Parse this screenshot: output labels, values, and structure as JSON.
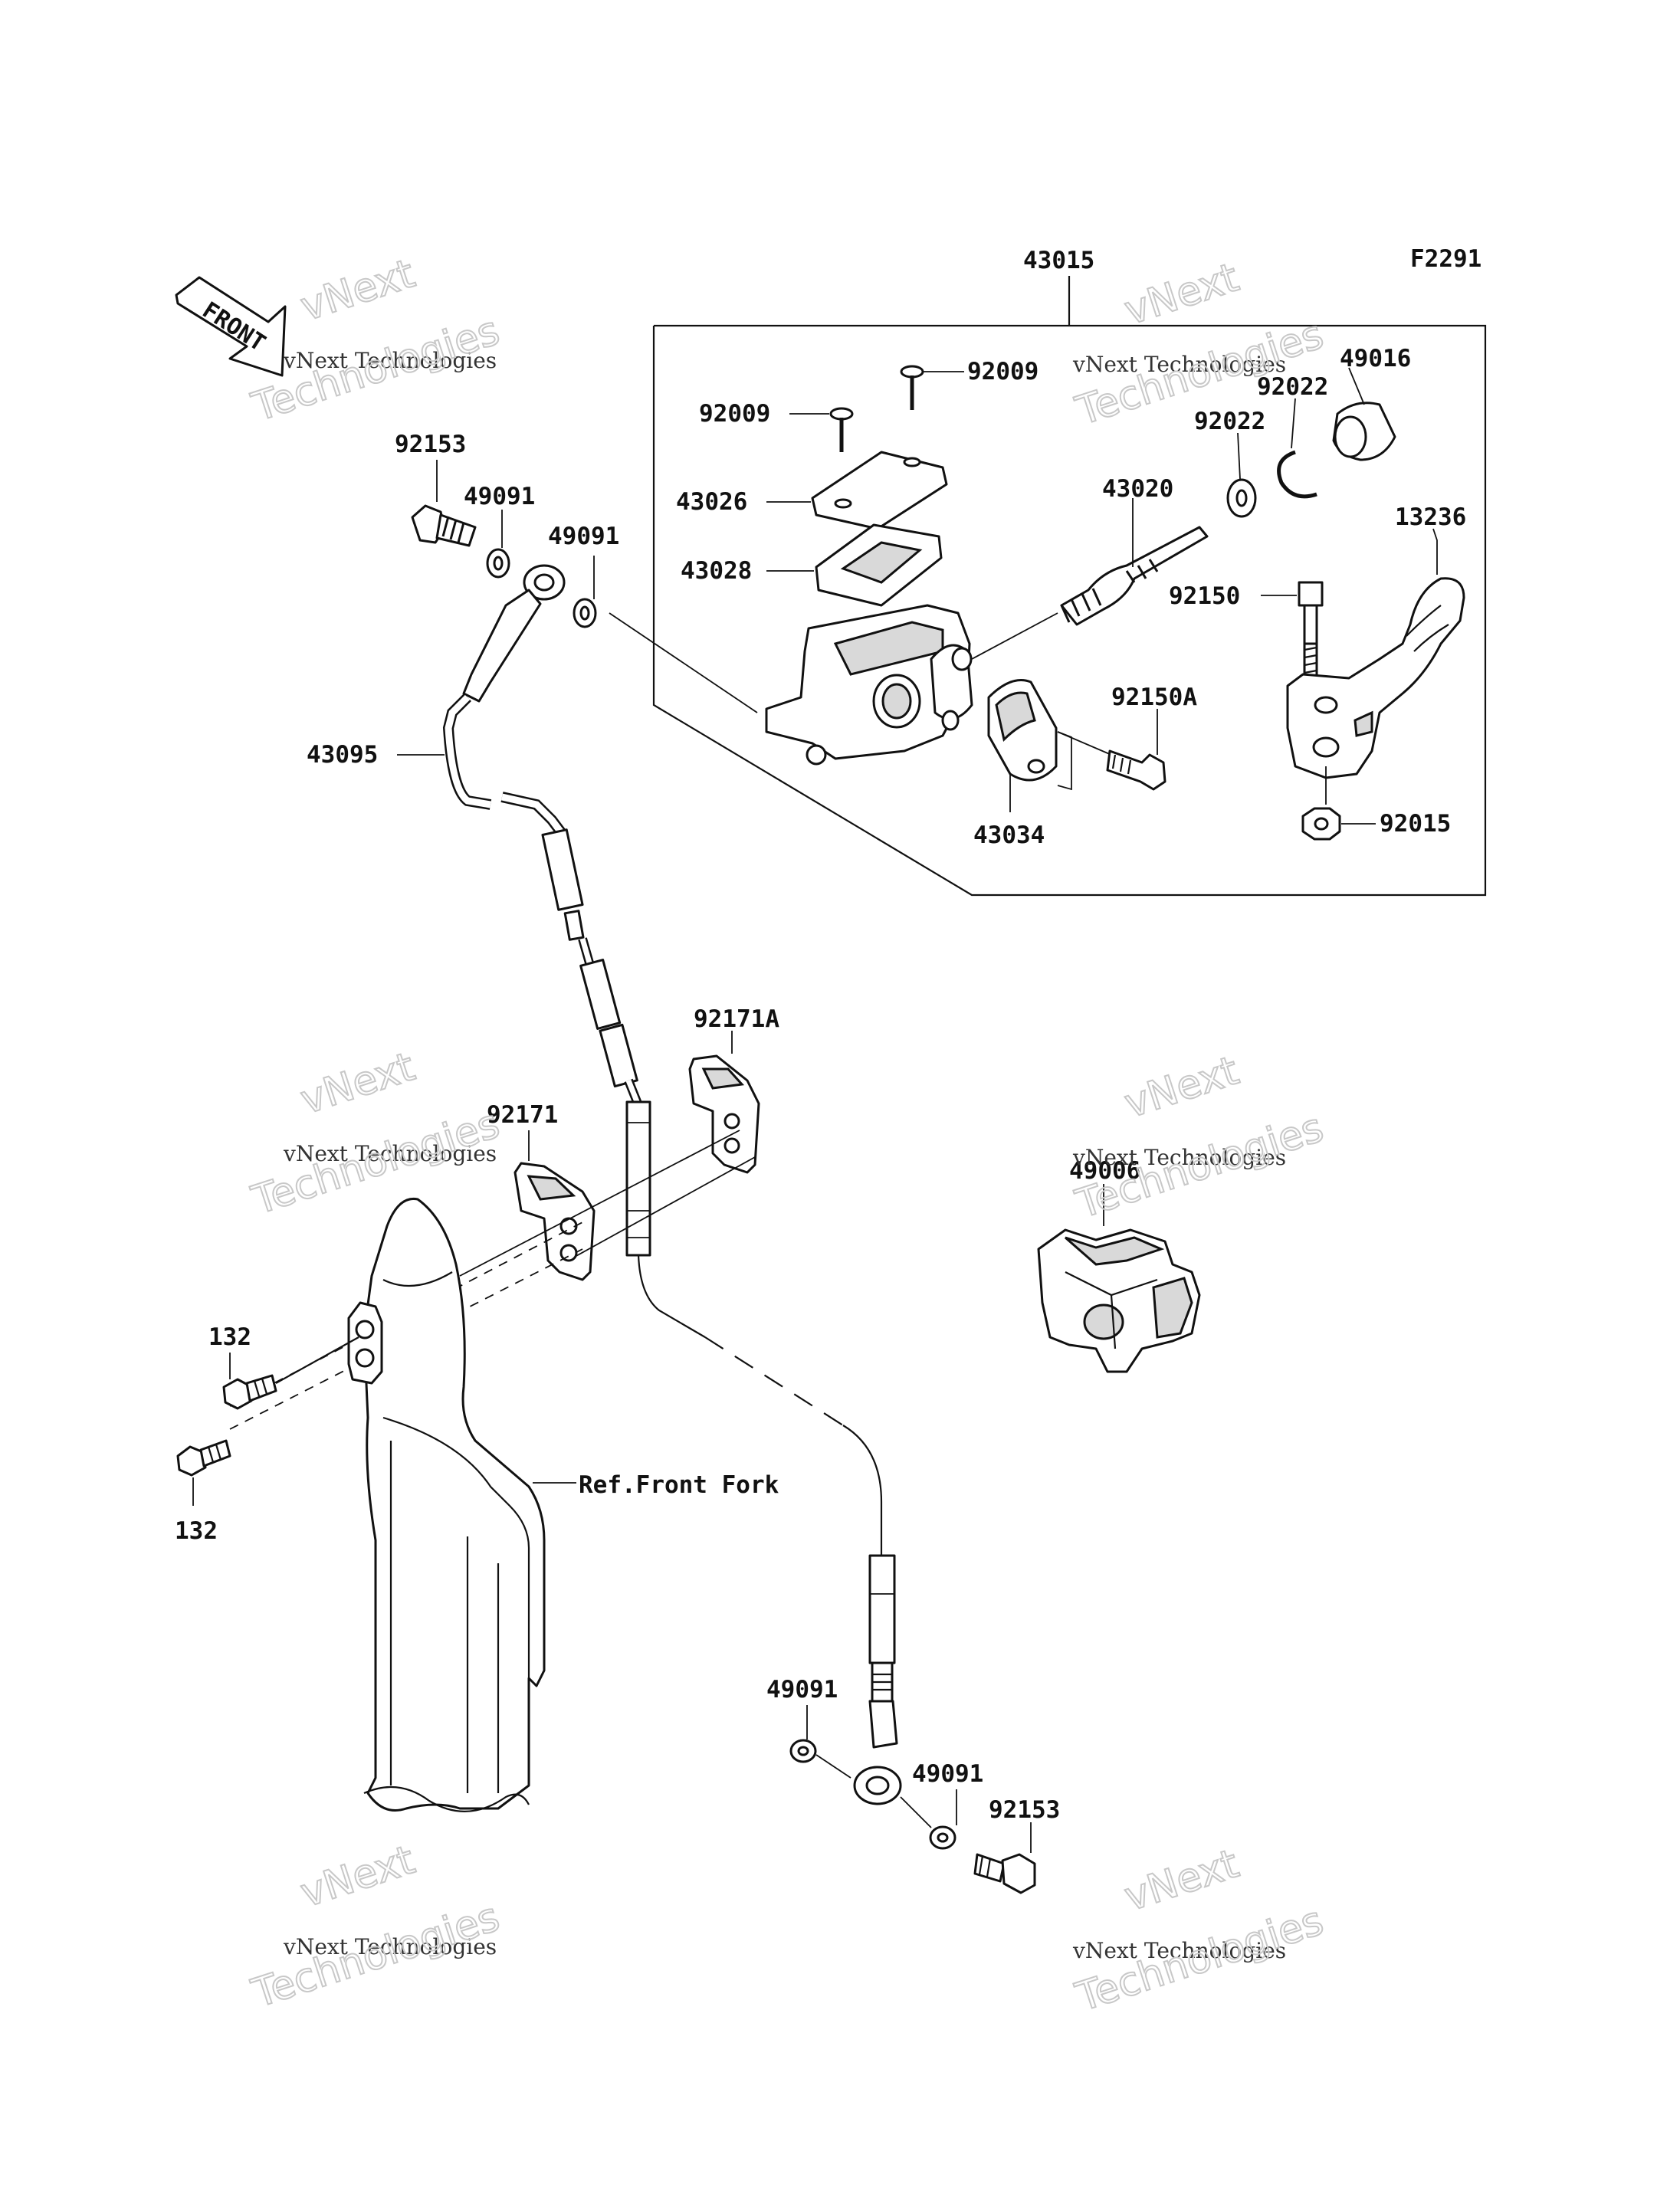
{
  "figure_id": "F2291",
  "front_arrow_text": "FRONT",
  "ref_label": "Ref.Front Fork",
  "watermark": {
    "line1": "vNext",
    "line2": "vNext Technologies",
    "line3": "Technologies"
  },
  "labels": {
    "p43015": "43015",
    "p49016": "49016",
    "p92009a": "92009",
    "p92009b": "92009",
    "p92022a": "92022",
    "p92022b": "92022",
    "p43026": "43026",
    "p43028": "43028",
    "p43020": "43020",
    "p13236": "13236",
    "p92150": "92150",
    "p92150A": "92150A",
    "p43034": "43034",
    "p92015": "92015",
    "p92153a": "92153",
    "p49091a": "49091",
    "p49091b": "49091",
    "p43095": "43095",
    "p92171A": "92171A",
    "p92171": "92171",
    "p49006": "49006",
    "p132a": "132",
    "p132b": "132",
    "p49091c": "49091",
    "p49091d": "49091",
    "p92153b": "92153"
  }
}
